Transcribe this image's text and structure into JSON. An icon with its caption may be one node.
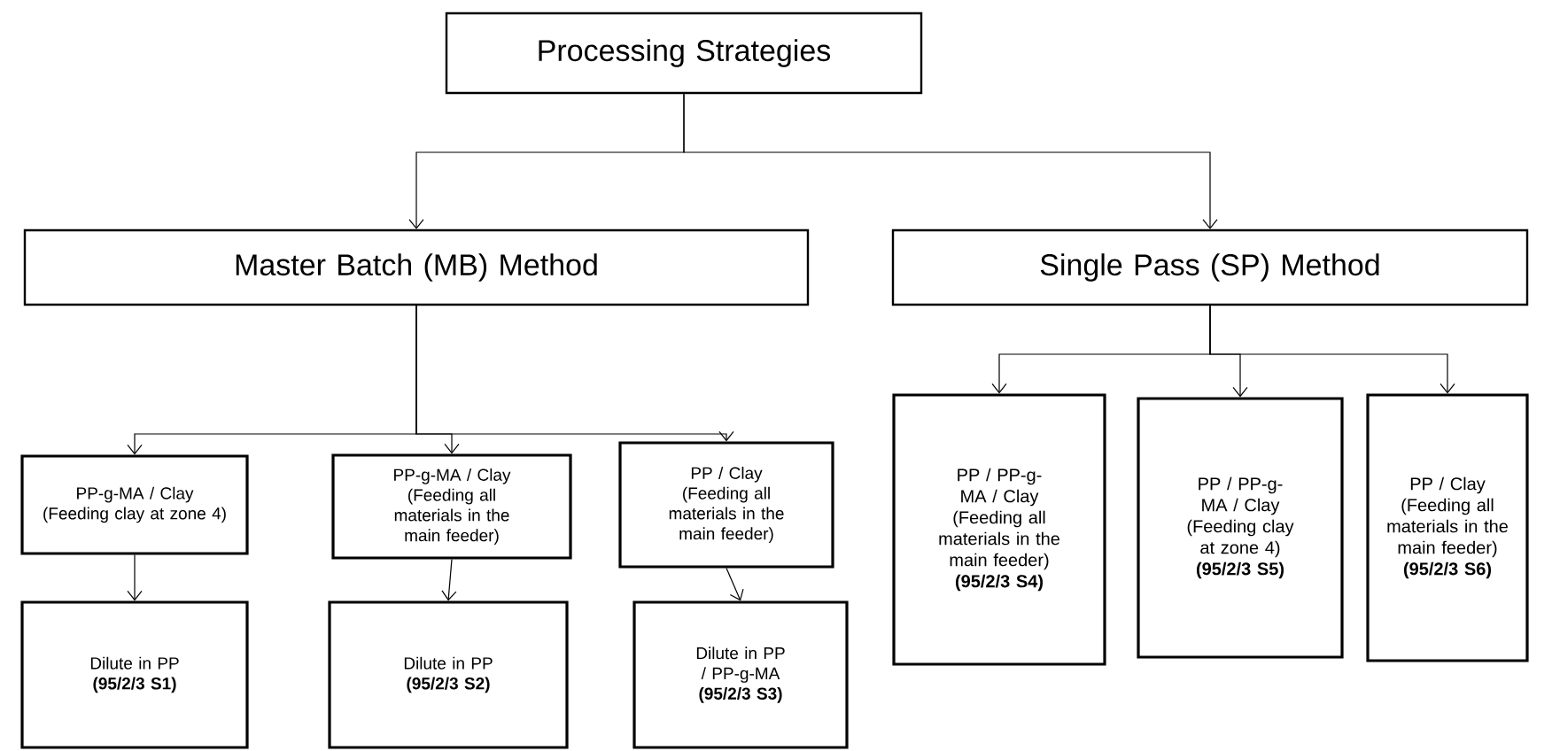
{
  "diagram": {
    "nodes": [
      {
        "text": [
          "Processing Strategies"
        ]
      },
      {
        "text": [
          "Master Batch (MB) Method"
        ]
      },
      {
        "text": [
          "Single Pass (SP) Method"
        ]
      },
      {
        "text": [
          "PP-g-MA / Clay",
          "(Feeding clay at zone 4)"
        ]
      },
      {
        "text": [
          "PP-g-MA / Clay",
          "(Feeding all materials in the main feeder)"
        ]
      },
      {
        "text": [
          "PP / Clay",
          "(Feeding all materials in the main feeder)"
        ]
      },
      {
        "text": [
          "Dilute in PP",
          "(95/2/3 S1)"
        ]
      },
      {
        "text": [
          "Dilute in PP",
          "(95/2/3 S2)"
        ]
      },
      {
        "text": [
          "Dilute in PP / PP-g-MA",
          "(95/2/3 S3)"
        ]
      },
      {
        "text": [
          "PP / PP-g-MA / Clay",
          "(Feeding all materials in the main feeder)",
          "(95/2/3 S4)"
        ]
      },
      {
        "text": [
          "PP / PP-g-MA / Clay",
          "(Feeding clay at zone 4)",
          "(95/2/3 S5)"
        ]
      },
      {
        "text": [
          "PP / Clay",
          "(Feeding all materials in the main feeder)",
          "(95/2/3 S6)"
        ]
      }
    ],
    "edges": [
      {
        "from": 0,
        "to": 1,
        "arrow": "to"
      },
      {
        "from": 0,
        "to": 2,
        "arrow": "to"
      },
      {
        "from": 1,
        "to": 3,
        "arrow": "to"
      },
      {
        "from": 1,
        "to": 4,
        "arrow": "to"
      },
      {
        "from": 1,
        "to": 5,
        "arrow": "to"
      },
      {
        "from": 3,
        "to": 6,
        "arrow": "to"
      },
      {
        "from": 4,
        "to": 7,
        "arrow": "to"
      },
      {
        "from": 5,
        "to": 8,
        "arrow": "to"
      },
      {
        "from": 2,
        "to": 9,
        "arrow": "to"
      },
      {
        "from": 2,
        "to": 10,
        "arrow": "to"
      },
      {
        "from": 2,
        "to": 11,
        "arrow": "to"
      }
    ]
  }
}
